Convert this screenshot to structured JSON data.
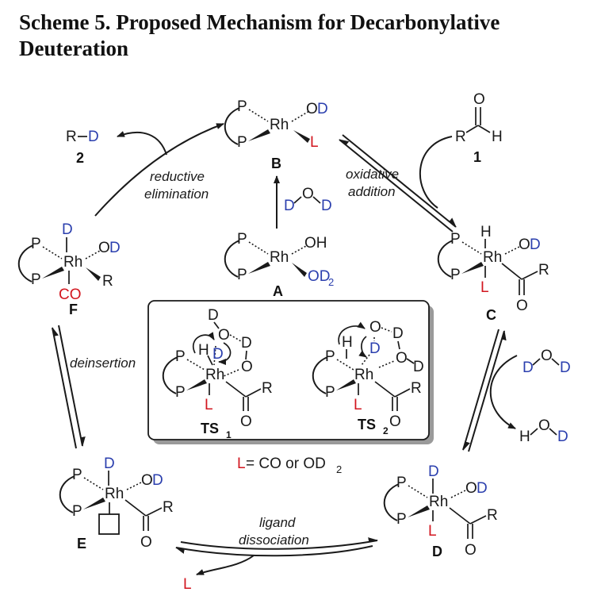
{
  "caption": "Scheme 5. Proposed Mechanism for Decarbonylative Deuteration",
  "compounds": {
    "A": "A",
    "B": "B",
    "C": "C",
    "D": "D",
    "E": "E",
    "F": "F",
    "one": "1",
    "two": "2",
    "ts1": "TS",
    "ts2": "TS"
  },
  "atoms": {
    "P": "P",
    "Rh": "Rh",
    "OD": "OD",
    "OH": "OH",
    "OD2": "OD",
    "sub2": "2",
    "D": "D",
    "H": "H",
    "O": "O",
    "L": "L",
    "R": "R",
    "CO": "CO",
    "RD": "R–D"
  },
  "steps": {
    "reductive_1": "reductive",
    "reductive_2": "elimination",
    "oxidative_1": "oxidative",
    "oxidative_2": "addition",
    "deinsertion": "deinsertion",
    "ligand_1": "ligand",
    "ligand_2": "dissociation"
  },
  "legend": {
    "L": "L",
    "rest": " = CO or OD",
    "sub": "2"
  },
  "colors": {
    "blue": "#2b3fae",
    "red": "#d2161f",
    "black": "#1a1a1a"
  }
}
